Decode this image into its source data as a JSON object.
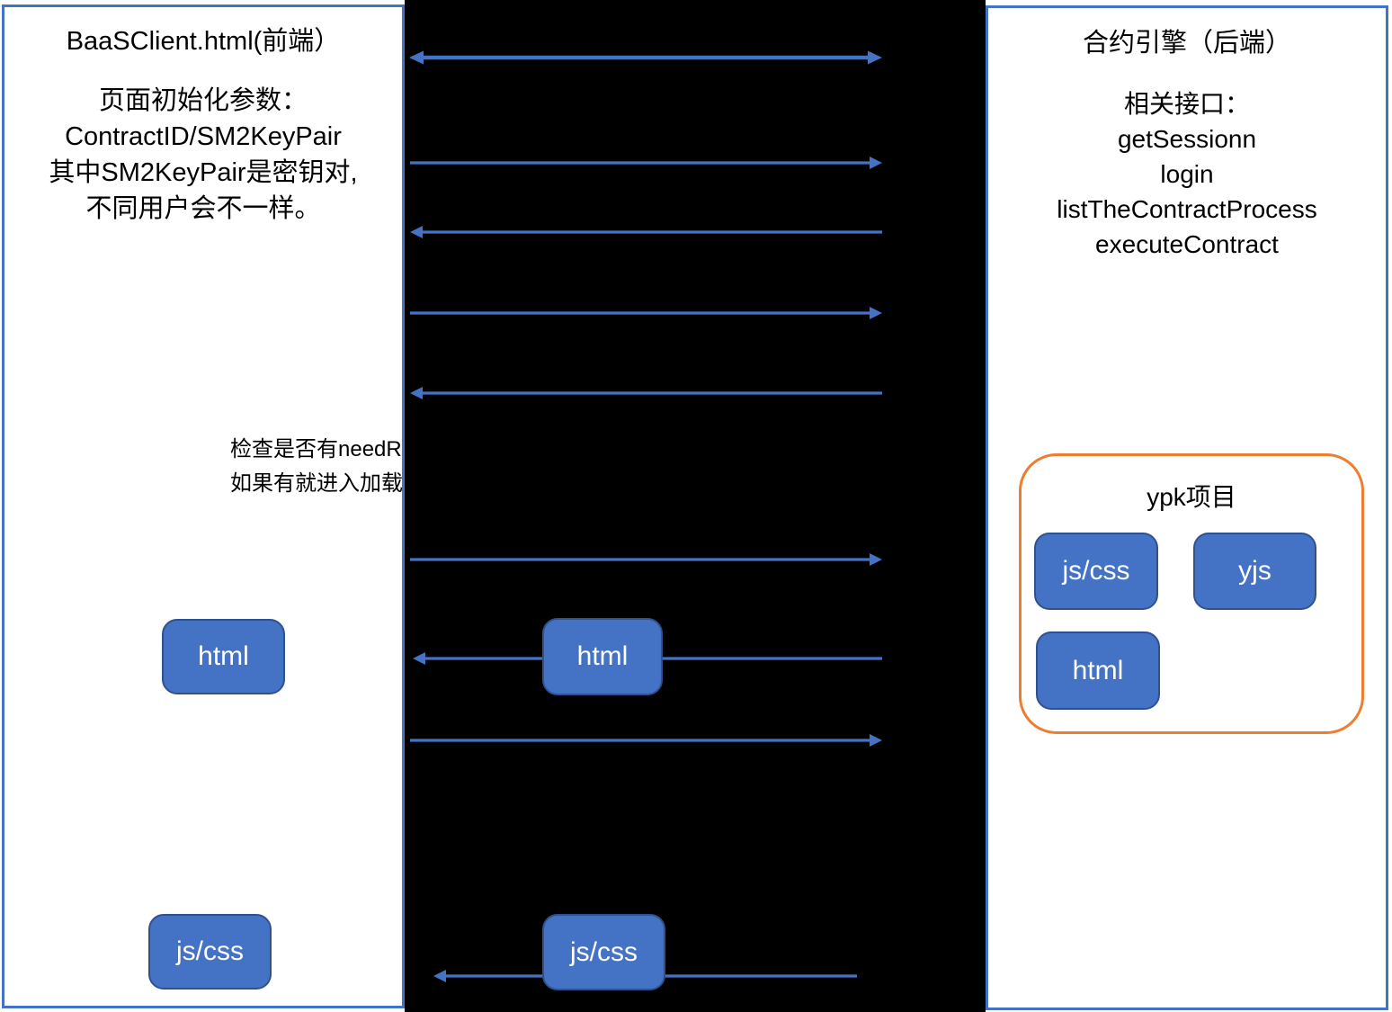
{
  "left_panel": {
    "title": "BaaSClient.html(前端）",
    "init_lines": [
      "页面初始化参数：",
      "ContractID/SM2KeyPair",
      "其中SM2KeyPair是密钥对,",
      "不同用户会不一样。"
    ],
    "note_lines": [
      "检查是否有needR",
      "如果有就进入加载"
    ],
    "html_node": "html",
    "jscss_node": "js/css"
  },
  "channel": {
    "html_node": "html",
    "jscss_node": "js/css"
  },
  "right_panel": {
    "title": "合约引擎（后端）",
    "api_heading": "相关接口：",
    "apis": [
      "getSessionn",
      "login",
      "listTheContractProcess",
      "executeContract"
    ],
    "ypk": {
      "title": "ypk项目",
      "node_jscss": "js/css",
      "node_yjs": "yjs",
      "node_html": "html"
    }
  },
  "colors": {
    "accent": "#4472C4",
    "node_fill": "#4472C4",
    "node_border": "#2F528F",
    "orange": "#ED7D31",
    "channel_bg": "#000000"
  }
}
